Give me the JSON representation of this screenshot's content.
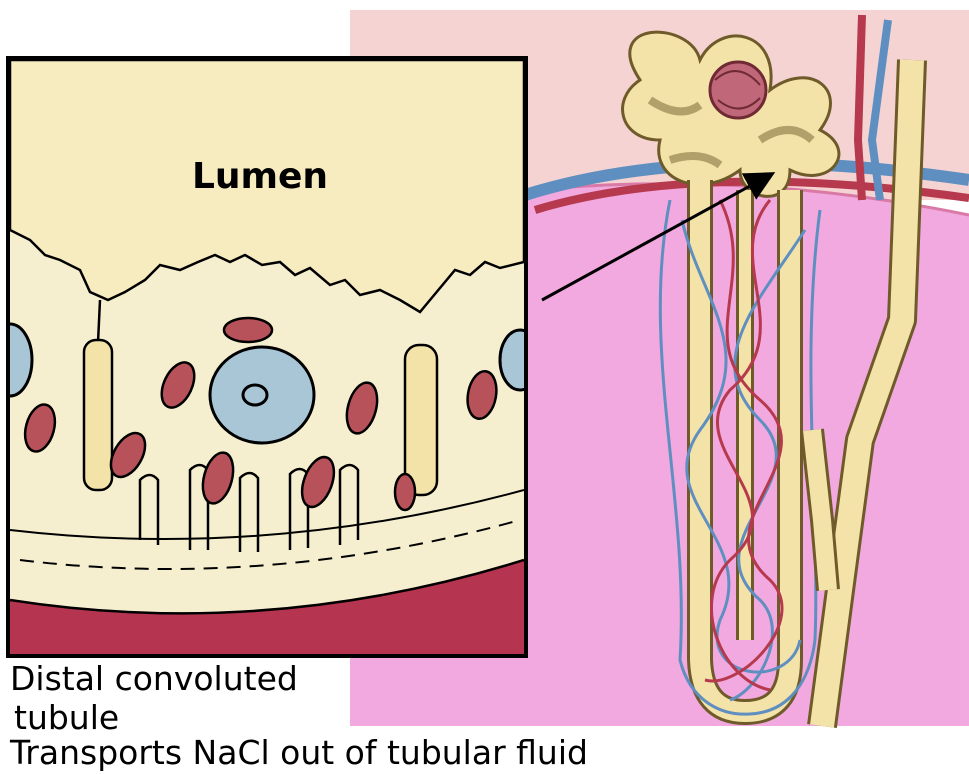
{
  "figure": {
    "inset_label": "Lumen",
    "caption_line1": "Distal convoluted",
    "caption_line2": "tubule",
    "caption_line3": "Transports NaCl out of tubular fluid"
  },
  "colors": {
    "cortex": "#f6d3d3",
    "medulla": "#f1a9df",
    "tubule": "#f3e3a8",
    "cell": "#f6efcf",
    "nucleus": "#a8c6d6",
    "mitochondria": "#b8525a",
    "vein": "#5f8fc0",
    "artery": "#b6394d",
    "basement": "#b5344f"
  },
  "icons": [
    "nephron-illustration",
    "pointer-arrow"
  ]
}
